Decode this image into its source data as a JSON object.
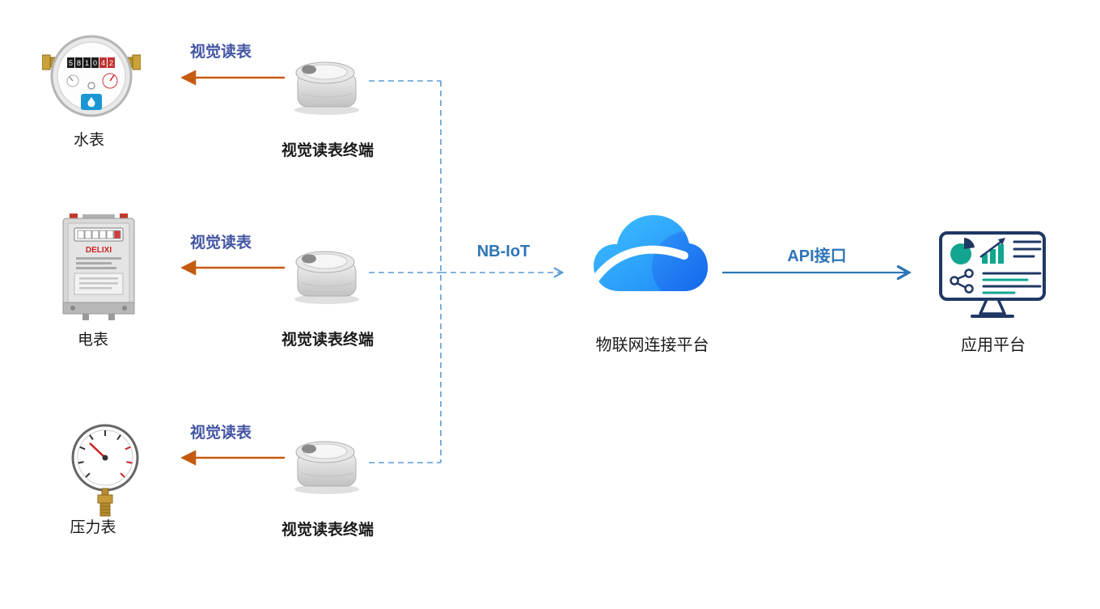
{
  "colors": {
    "accent_orange": "#C55A11",
    "accent_blue": "#2E75B6",
    "read_label_blue": "#4355A4",
    "dashed_connector_blue": "#5B9BD5",
    "cloud_light_blue": "#3EC1FF",
    "cloud_dark_blue": "#0F5BE8",
    "monitor_navy": "#1F3864",
    "monitor_teal": "#12A58F"
  },
  "rows": [
    {
      "meter_label": "水表",
      "read_label": "视觉读表",
      "terminal_label": "视觉读表终端"
    },
    {
      "meter_label": "电表",
      "read_label": "视觉读表",
      "terminal_label": "视觉读表终端"
    },
    {
      "meter_label": "压力表",
      "read_label": "视觉读表",
      "terminal_label": "视觉读表终端"
    }
  ],
  "network": {
    "label": "NB-IoT"
  },
  "cloud": {
    "label": "物联网连接平台"
  },
  "api": {
    "label": "API接口"
  },
  "app": {
    "label": "应用平台"
  },
  "water_meter": {
    "digits": [
      "5",
      "8",
      "1",
      "0",
      "4",
      "2"
    ]
  },
  "electric_meter": {
    "brand": "DELIXI"
  }
}
